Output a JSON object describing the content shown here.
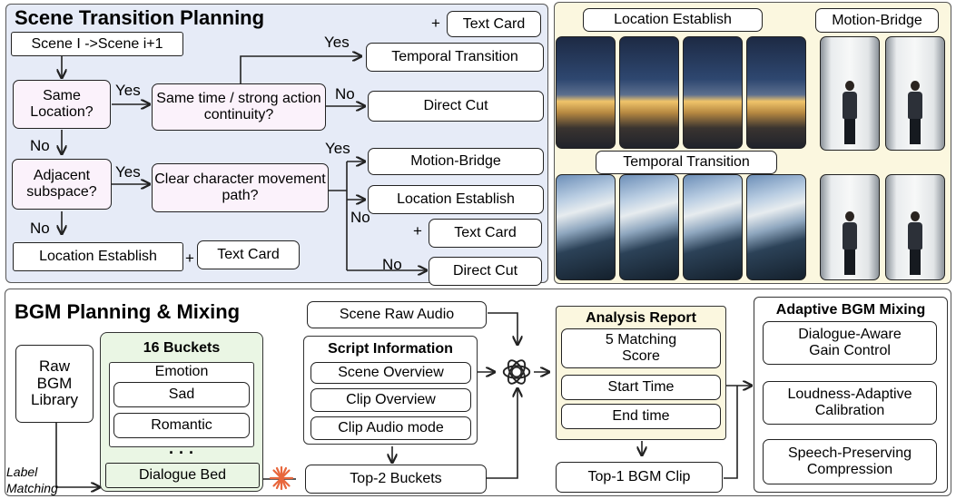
{
  "scene_panel": {
    "title": "Scene Transition Planning",
    "start": "Scene I ->Scene i+1",
    "same_location": "Same Location?",
    "same_time": "Same time / strong action continuity?",
    "adjacent": "Adjacent subspace?",
    "clear_path": "Clear character movement path?",
    "temporal": "Temporal Transition",
    "direct_cut_1": "Direct Cut",
    "motion_bridge": "Motion-Bridge",
    "location_establish_1": "Location Establish",
    "text_card_1": "Text Card",
    "direct_cut_2": "Direct Cut",
    "location_establish_2": "Location Establish",
    "text_card_2": "Text Card",
    "text_card_3": "Text Card",
    "plus": "+",
    "yes": "Yes",
    "no": "No"
  },
  "examples_panel": {
    "location_establish": "Location Establish",
    "motion_bridge": "Motion-Bridge",
    "temporal_transition": "Temporal Transition"
  },
  "bgm_panel": {
    "title": "BGM Planning & Mixing",
    "raw_library": "Raw BGM Library",
    "label_matching": "Label Matching",
    "buckets_title": "16 Buckets",
    "emotion": "Emotion",
    "sad": "Sad",
    "romantic": "Romantic",
    "ellipsis": "· · ·",
    "dialogue_bed": "Dialogue Bed",
    "scene_raw_audio": "Scene Raw Audio",
    "script_info_title": "Script Information",
    "scene_overview": "Scene Overview",
    "clip_overview": "Clip Overview",
    "clip_audio_mode": "Clip Audio mode",
    "top2": "Top-2 Buckets",
    "analysis_title": "Analysis Report",
    "matching_score": "5 Matching Score",
    "start_time": "Start Time",
    "end_time": "End time",
    "top1": "Top-1 BGM Clip",
    "mixing_title": "Adaptive BGM Mixing",
    "dialogue_gain": "Dialogue-Aware Gain Control",
    "loudness": "Loudness-Adaptive Calibration",
    "speech": "Speech-Preserving Compression"
  },
  "colors": {
    "scene_panel_bg": "#e6ebf7",
    "examples_panel_bg": "#fbf7df",
    "buckets_bg": "#eaf6e4",
    "analysis_bg": "#fbf7df",
    "lavender": "#fbf2fb",
    "star": "#e8673c"
  },
  "icons": [
    "openai-logo-icon",
    "sparkle-star-icon"
  ]
}
